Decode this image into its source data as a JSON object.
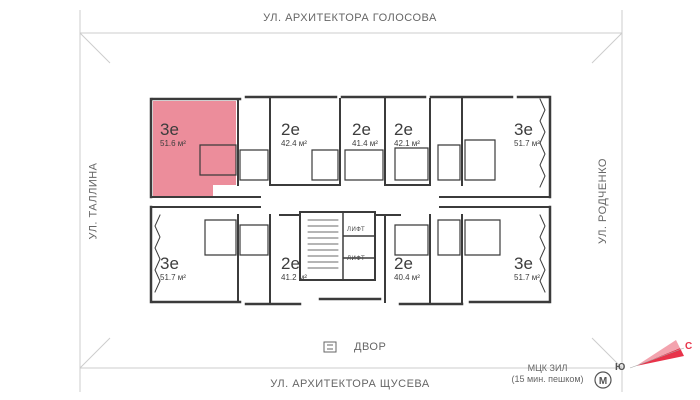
{
  "streets": {
    "top": "УЛ. АРХИТЕКТОРА ГОЛОСОВА",
    "bottom": "УЛ. АРХИТЕКТОРА ЩУСЕВА",
    "left": "УЛ. ТАЛЛИНА",
    "right": "УЛ. РОДЧЕНКО"
  },
  "courtyard": "ДВОР",
  "metro": {
    "line1": "МЦК ЗИЛ",
    "line2": "(15 мин. пешком)",
    "icon": "metro-icon"
  },
  "compass": {
    "north": "С",
    "south": "Ю"
  },
  "lift_label": "ЛИФТ",
  "area_unit": "м²",
  "units": [
    {
      "id": "u1",
      "rooms": "3е",
      "area": "51.6 м²",
      "highlighted": true
    },
    {
      "id": "u2",
      "rooms": "2е",
      "area": "42.4 м²",
      "highlighted": false
    },
    {
      "id": "u3",
      "rooms": "2е",
      "area": "41.4 м²",
      "highlighted": false
    },
    {
      "id": "u4",
      "rooms": "2е",
      "area": "42.1 м²",
      "highlighted": false
    },
    {
      "id": "u5",
      "rooms": "3е",
      "area": "51.7 м²",
      "highlighted": false
    },
    {
      "id": "u6",
      "rooms": "3е",
      "area": "51.7 м²",
      "highlighted": false
    },
    {
      "id": "u7",
      "rooms": "2е",
      "area": "41.2 м²",
      "highlighted": false
    },
    {
      "id": "u8",
      "rooms": "2е",
      "area": "40.4 м²",
      "highlighted": false
    },
    {
      "id": "u9",
      "rooms": "3е",
      "area": "51.7 м²",
      "highlighted": false
    }
  ],
  "colors": {
    "highlight": "#ec8d9b",
    "wall": "#3b3b3b",
    "accent": "#e8334a",
    "boundary": "#c9c9c9"
  }
}
